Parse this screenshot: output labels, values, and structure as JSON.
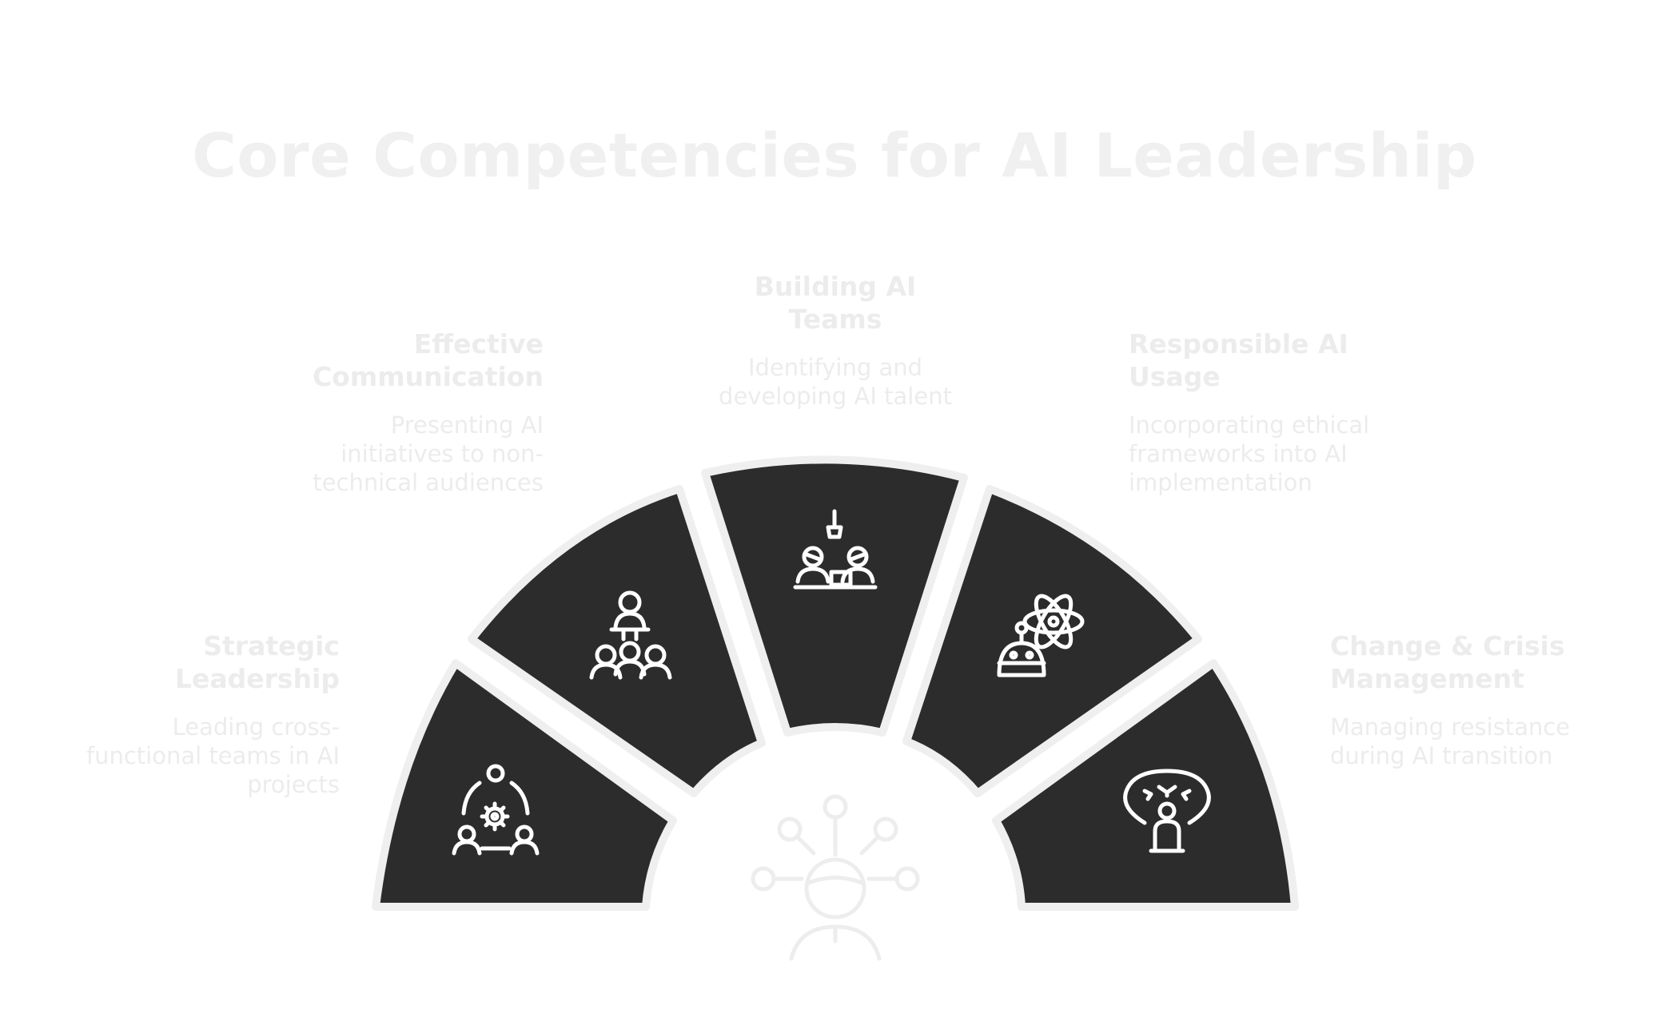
{
  "title": "Core Competencies for AI Leadership",
  "segments": [
    {
      "title": "Strategic Leadership",
      "description": "Leading cross-functional teams in AI projects",
      "icon": "team-gear-icon"
    },
    {
      "title": "Effective Communication",
      "description": "Presenting AI initiatives to non-technical audiences",
      "icon": "presenter-audience-icon"
    },
    {
      "title": "Building AI Teams",
      "description": "Identifying and developing AI talent",
      "icon": "team-collaboration-icon"
    },
    {
      "title": "Responsible AI Usage",
      "description": "Incorporating ethical frameworks into AI implementation",
      "icon": "robot-atom-icon"
    },
    {
      "title": "Change & Crisis Management",
      "description": "Managing resistance during AI transition",
      "icon": "mind-person-icon"
    }
  ],
  "hub": {
    "icon": "network-person-icon"
  },
  "colors": {
    "segment_fill": "#2c2c2c",
    "segment_border": "#efefef",
    "text": "#ececec"
  }
}
